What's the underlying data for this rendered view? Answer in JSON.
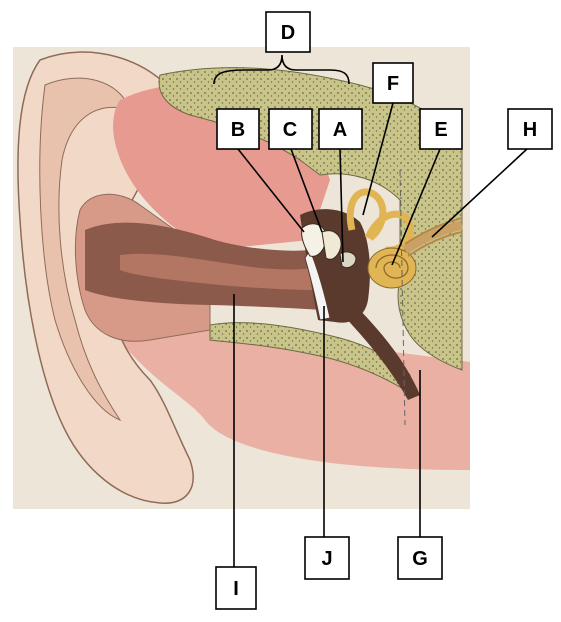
{
  "diagram": {
    "subject": "ear-anatomy",
    "labels": {
      "A": "A",
      "B": "B",
      "C": "C",
      "D": "D",
      "E": "E",
      "F": "F",
      "G": "G",
      "H": "H",
      "I": "I",
      "J": "J"
    },
    "colors": {
      "background": "#ede6d8",
      "skin": "#f1d5c2",
      "skin_dark": "#e4b79f",
      "pink_tissue": "#e79a90",
      "canal": "#8c5a4a",
      "canal_light": "#c69482",
      "bone": "#c7c48a",
      "bone_dots": "#6d6a43",
      "cochlea": "#e1b454",
      "nerve": "#caa064",
      "middle_ear": "#5a3a2c",
      "drum": "#f4f4f4"
    }
  }
}
